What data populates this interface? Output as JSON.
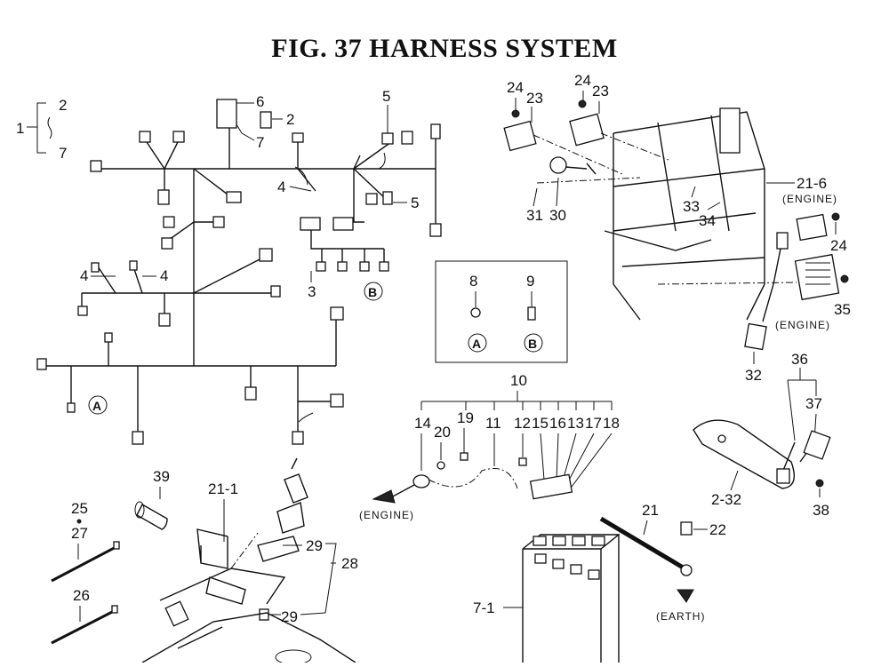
{
  "title": "FIG. 37  HARNESS SYSTEM",
  "labels": {
    "l1": "1",
    "l2a": "2",
    "l7a": "7",
    "l6": "6",
    "l2b": "2",
    "l7b": "7",
    "l5a": "5",
    "l4a": "4",
    "l5b": "5",
    "l4b": "4",
    "l4c": "4",
    "l3": "3",
    "l8": "8",
    "l9": "9",
    "l10": "10",
    "l14": "14",
    "l19": "19",
    "l20": "20",
    "l11": "11",
    "l12": "12",
    "l15": "15",
    "l16": "16",
    "l13": "13",
    "l17": "17",
    "l18": "18",
    "l21": "21",
    "l22": "22",
    "l7_1": "7-1",
    "l39": "39",
    "l21_1": "21-1",
    "l25": "25",
    "l27": "27",
    "l26": "26",
    "l29a": "29",
    "l29b": "29",
    "l28": "28",
    "l24a": "24",
    "l23a": "23",
    "l24b": "24",
    "l23b": "23",
    "l21_6": "21-6",
    "l33": "33",
    "l34": "34",
    "l31": "31",
    "l30": "30",
    "l24c": "24",
    "l35": "35",
    "l32": "32",
    "l36": "36",
    "l37": "37",
    "l2_32": "2-32",
    "l38": "38"
  },
  "circle_marks": {
    "a": "A",
    "b": "B"
  },
  "tags": {
    "engine1": "(ENGINE)",
    "engine2": "(ENGINE)",
    "engine3": "(ENGINE)",
    "earth": "(EARTH)"
  }
}
